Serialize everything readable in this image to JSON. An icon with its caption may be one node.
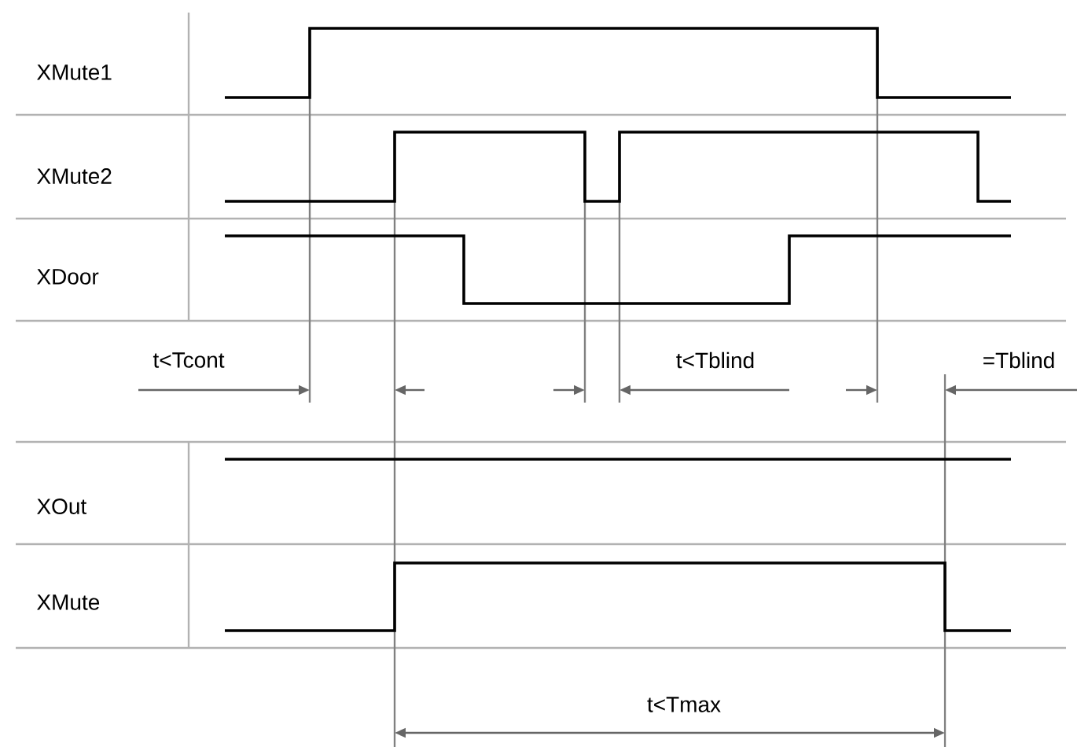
{
  "diagram": {
    "labels": [
      "XMute1",
      "XMute2",
      "XDoor",
      "t<Tcont",
      "t<Tblind",
      "=Tblind",
      "XOut",
      "XMute",
      "t<Tmax"
    ]
  }
}
